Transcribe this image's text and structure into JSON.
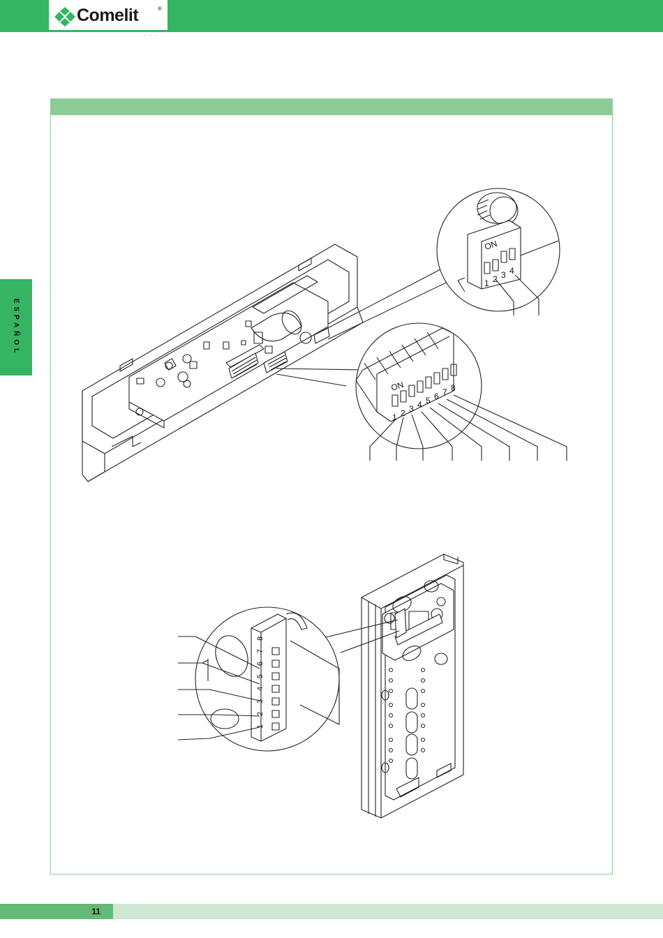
{
  "header": {
    "brand": "Comelit",
    "registered_mark": "®",
    "brand_dots": "· · ·"
  },
  "side_tab": {
    "label": "ESPAÑOL"
  },
  "figure_top": {
    "switch_4": {
      "on_label": "ON",
      "numbers": [
        "1",
        "2",
        "3",
        "4"
      ]
    },
    "switch_8": {
      "on_label": "ON",
      "numbers": [
        "1",
        "2",
        "3",
        "4",
        "5",
        "6",
        "7",
        "8"
      ]
    }
  },
  "figure_bottom": {
    "switch_8": {
      "numbers": [
        "1",
        "2",
        "3",
        "4",
        "5",
        "6",
        "7",
        "8"
      ]
    }
  },
  "footer": {
    "page_number": "11"
  },
  "colors": {
    "brand_green": "#35b562",
    "panel_green": "#8dcb96",
    "footer_light": "#cfe8d4"
  }
}
